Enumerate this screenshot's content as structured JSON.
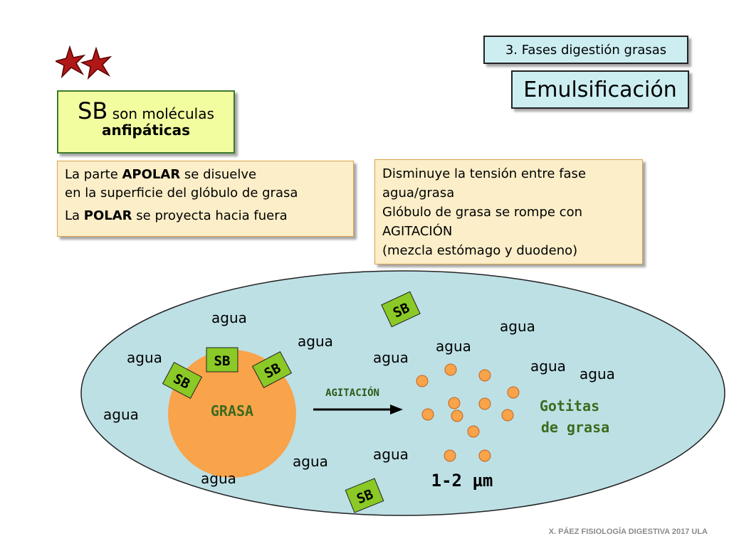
{
  "header": {
    "stars": "**",
    "fases_label": "3. Fases digestión grasas",
    "emulsificacion_label": "Emulsificación"
  },
  "sb_box": {
    "sb": "SB",
    "line1": " son moléculas",
    "line2": "anfipáticas"
  },
  "left_box": {
    "p1_a": "La parte ",
    "p1_b": "APOLAR",
    "p1_c": " se disuelve",
    "p1_line2": "en la superficie del glóbulo de grasa",
    "p2_a": "La ",
    "p2_b": "POLAR",
    "p2_c": " se proyecta hacia fuera"
  },
  "right_box": {
    "line1": "Disminuye la tensión entre fase",
    "line2": "agua/grasa",
    "line3": "Glóbulo de grasa se rompe con",
    "line4": "AGITACIÓN",
    "line5": "(mezcla estómago y duodeno)"
  },
  "diagram": {
    "agua_label": "agua",
    "sb_label": "SB",
    "grasa_label": "GRASA",
    "agitacion_label": "AGITACIÓN",
    "gotitas_line1": "Gotitas",
    "gotitas_line2": "de grasa",
    "size_label": "1-2 µm"
  },
  "colors": {
    "ellipse_fill": "#bde0e5",
    "grasa_fill": "#f9a34a",
    "sb_fill": "#8ac926",
    "droplet_fill": "#f9a34a",
    "label_green": "#3d6b1e"
  },
  "footer": {
    "credit": "X. PÁEZ   FISIOLOGÍA DIGESTIVA 2017 ULA"
  }
}
